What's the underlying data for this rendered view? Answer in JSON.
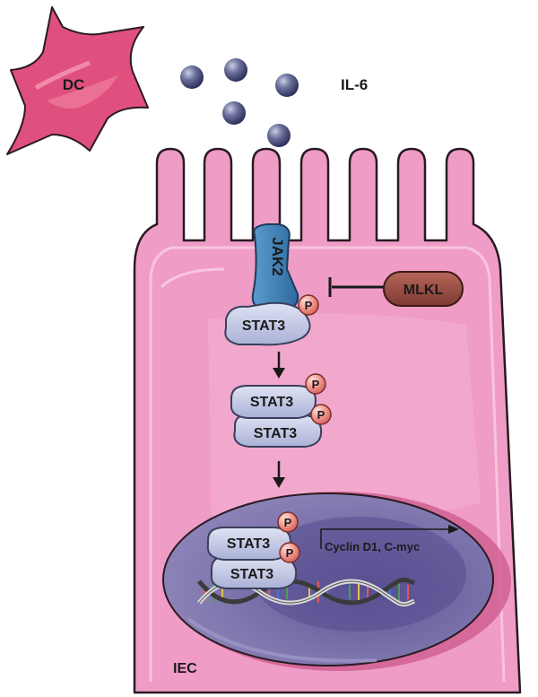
{
  "labels": {
    "dc": "DC",
    "il6": "IL-6",
    "jak2": "JAK2",
    "mlkl": "MLKL",
    "stat3_membrane": "STAT3",
    "stat3_dimer_top": "STAT3",
    "stat3_dimer_bottom": "STAT3",
    "stat3_nuclear_top": "STAT3",
    "stat3_nuclear_bottom": "STAT3",
    "phospho": "P",
    "target_genes": "Cyclin D1, C-myc",
    "iec": "IEC"
  },
  "colors": {
    "cell_fill": "#ef9cc6",
    "cell_stroke": "#2a1a22",
    "dc_fill": "#e0507e",
    "il6_fill": "#5a5f8a",
    "jak2_fill": "#3f7fb4",
    "stat3_fill": "#c5cbe6",
    "phospho_fill": "#f08d85",
    "mlkl_fill": "#9b4b3f",
    "nucleus_fill": "#7f76ac"
  }
}
